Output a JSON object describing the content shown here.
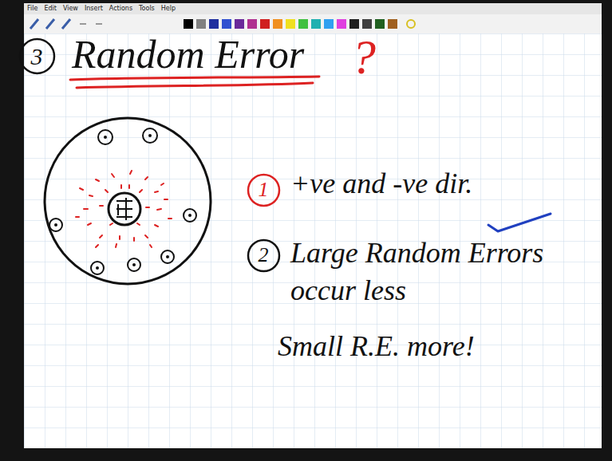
{
  "diagram": {
    "title": "Random Error",
    "nodes": [
      {
        "text": [
          "3"
        ]
      },
      {
        "text": [
          "1"
        ]
      },
      {
        "text": [
          "2"
        ]
      }
    ],
    "labels": [
      "?",
      "+ve and -ve dir.",
      "Large Random Errors occur less",
      "Small R.E. more!",
      "File",
      "Edit",
      "View",
      "Insert",
      "Actions",
      "Tools",
      "Help"
    ]
  }
}
